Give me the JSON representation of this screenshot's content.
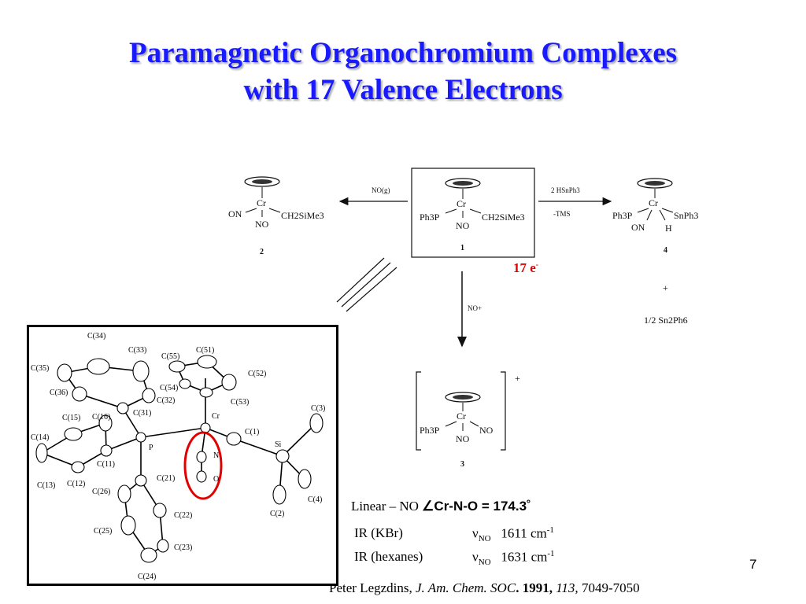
{
  "slide": {
    "title_line1": "Paramagnetic Organochromium Complexes",
    "title_line2": "with 17 Valence Electrons",
    "page_number": "7"
  },
  "scheme": {
    "electron_count": "17 e",
    "electron_sup": "-",
    "compounds": {
      "c1": {
        "number": "1",
        "metal": "Cr",
        "left": "Ph3P",
        "right": "CH2SiMe3",
        "bottom": "NO"
      },
      "c2": {
        "number": "2",
        "metal": "Cr",
        "left": "ON",
        "right": "CH2SiMe3",
        "bottom": "NO"
      },
      "c3": {
        "number": "3",
        "metal": "Cr",
        "left": "Ph3P",
        "right": "NO",
        "bottom": "NO",
        "charge": "+"
      },
      "c4": {
        "number": "4",
        "metal": "Cr",
        "left": "Ph3P",
        "right": "SnPh3",
        "bottom_left": "ON",
        "bottom_right": "H"
      }
    },
    "reagents": {
      "to_2": "NO(g)",
      "to_4_top": "2 HSnPh3",
      "to_4_bottom": "-TMS",
      "to_3": "NO+",
      "byproduct_plus": "+",
      "byproduct": "1/2 Sn2Ph6"
    }
  },
  "ortep_labels": [
    "C(34)",
    "C(33)",
    "C(35)",
    "C(36)",
    "C(31)",
    "C(32)",
    "C(15)",
    "C(16)",
    "C(14)",
    "C(11)",
    "C(13)",
    "C(12)",
    "P",
    "C(26)",
    "C(21)",
    "C(25)",
    "C(22)",
    "C(23)",
    "C(24)",
    "C(55)",
    "C(51)",
    "C(52)",
    "C(54)",
    "C(53)",
    "Cr",
    "N",
    "O",
    "C(1)",
    "Si",
    "C(3)",
    "C(4)",
    "C(2)"
  ],
  "data": {
    "linear_prefix": "Linear – NO ",
    "angle_text": "∠Cr-N-O = 174.3˚",
    "ir1_label": "IR (KBr)",
    "ir1_nu": "ν",
    "ir1_sub": "NO",
    "ir1_value": "1611 cm",
    "ir1_sup": "-1",
    "ir2_label": "IR (hexanes)",
    "ir2_nu": "ν",
    "ir2_sub": "NO",
    "ir2_value": "1631 cm",
    "ir2_sup": "-1"
  },
  "reference": {
    "author": "Peter Legzdins, ",
    "journal": "J. Am. Chem. SOC",
    "dot": ". ",
    "year": "1991,",
    "volume": " 113,",
    "pages": " 7049-7050"
  },
  "colors": {
    "title": "#1a1aff",
    "highlight": "#e00000"
  }
}
